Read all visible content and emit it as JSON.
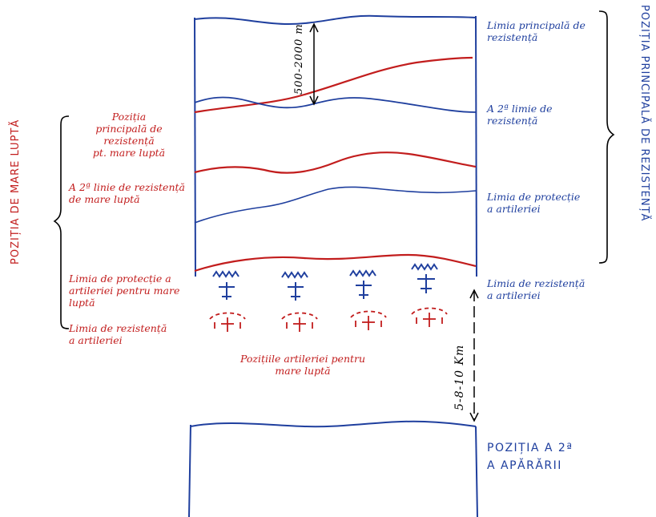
{
  "colors": {
    "blue": "#1f3f9e",
    "red": "#c21d1d"
  },
  "right_labels": {
    "main_line": "Limia principală de\nrezistență",
    "second_line": "A 2ª limie de\nrezistență",
    "protection_line": "Limia de protecție\na artileriei",
    "artillery_line": "Limia de rezistență\na artileriei",
    "second_position": "POZIȚIA A 2ª\nA APĂRĂRII"
  },
  "left_labels": {
    "main_position": "Poziția\nprincipală de rezistență\npt. mare luptă",
    "second_line": "A 2ª linie de rezistență\nde mare luptă",
    "protection_line": "Limia de protecție a\nartileriei pentru mare\nluptă",
    "artillery_line": "Limia de rezistență\na artileriei"
  },
  "center_label": "Pozițiile artileriei pentru\nmare luptă",
  "distances": {
    "top": "500-2000 m",
    "bottom": "5-8-10 Km"
  },
  "brackets": {
    "right": "POZIȚIA PRINCIPALĂ DE REZISTENȚĂ",
    "left": "POZIȚIA DE MARE LUPTĂ"
  }
}
